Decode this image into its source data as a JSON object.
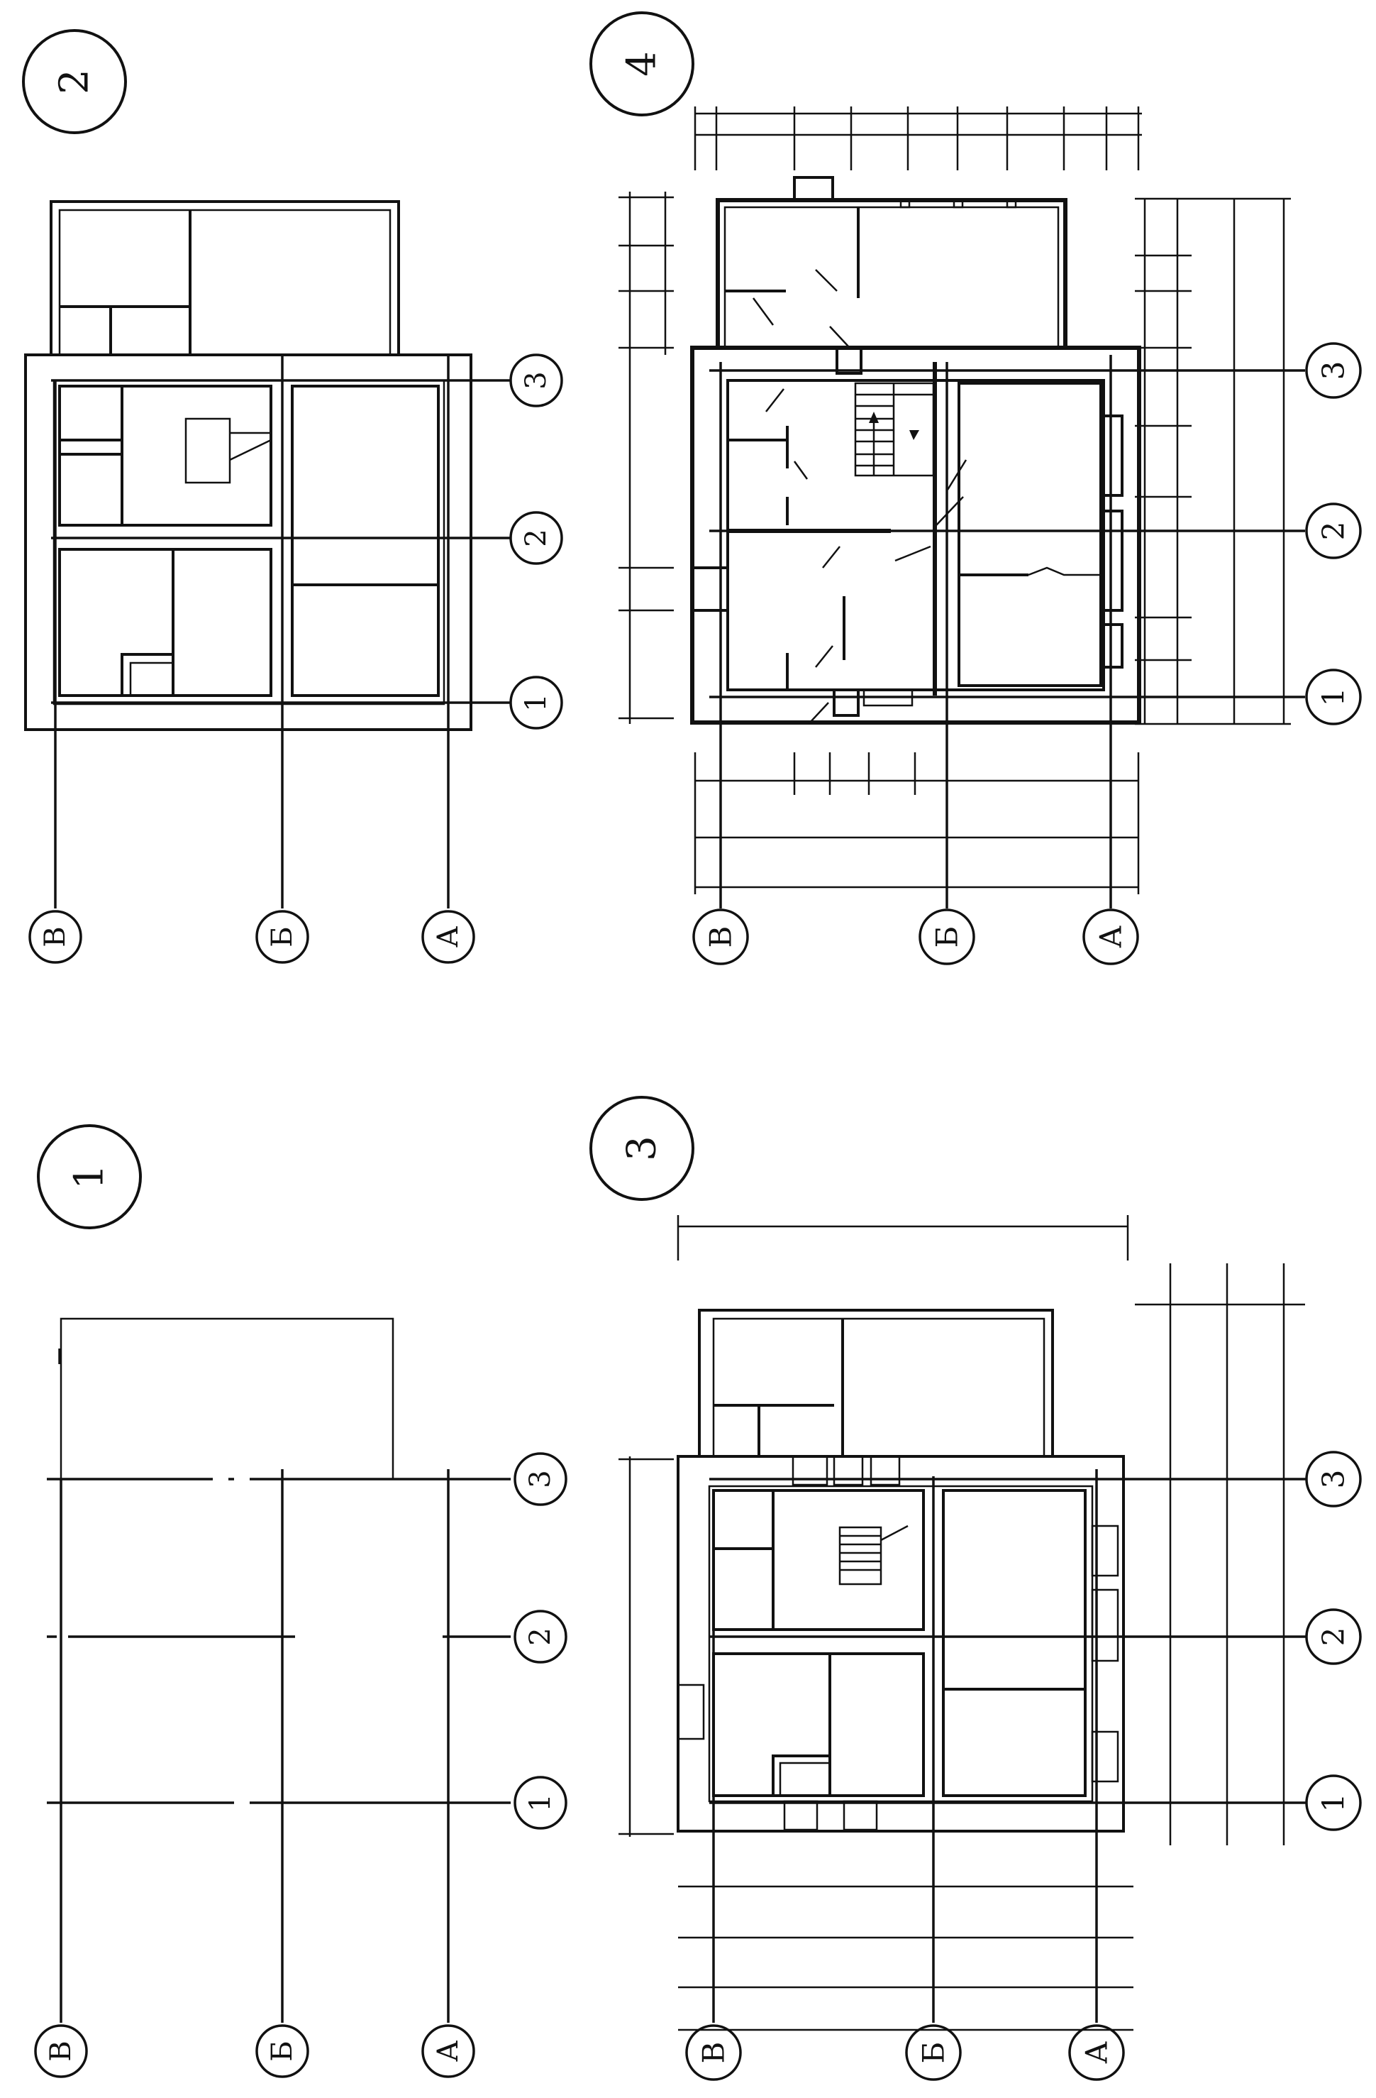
{
  "sheet": {
    "drawings": [
      {
        "number": "1",
        "axes_letters": [
          "В",
          "Б",
          "А"
        ],
        "axes_numbers": [
          "1",
          "2",
          "3"
        ]
      },
      {
        "number": "2",
        "axes_letters": [
          "В",
          "Б",
          "А"
        ],
        "axes_numbers": [
          "1",
          "2",
          "3"
        ]
      },
      {
        "number": "3",
        "axes_letters": [
          "В",
          "Б",
          "А"
        ],
        "axes_numbers": [
          "1",
          "2",
          "3"
        ]
      },
      {
        "number": "4",
        "axes_letters": [
          "В",
          "Б",
          "А"
        ],
        "axes_numbers": [
          "1",
          "2",
          "3"
        ]
      }
    ]
  }
}
